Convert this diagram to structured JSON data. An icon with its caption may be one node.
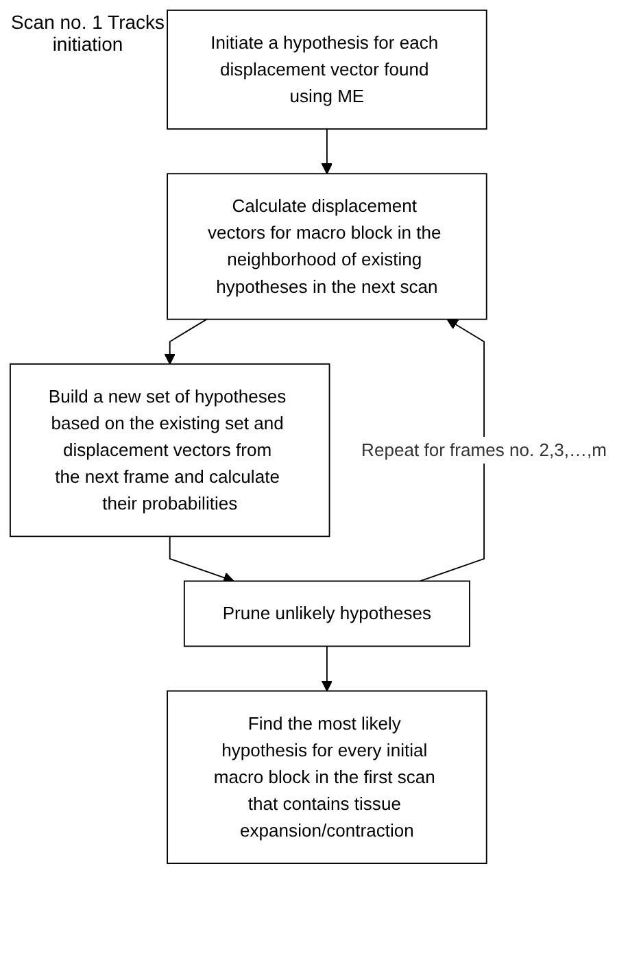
{
  "diagram": {
    "nodes": [
      {
        "text": [
          "Initiate a hypothesis for each displacement vector found using ME"
        ],
        "beside": [
          "Scan no. 1 Tracks initiation"
        ]
      },
      {
        "text": [
          "Calculate displacement vectors for macro block in the neighborhood of existing hypotheses in the next scan"
        ]
      },
      {
        "text": [
          "Build a new set of hypotheses based on the existing set and displacement vectors from the next frame and calculate their probabilities"
        ]
      },
      {
        "text": [
          "Prune unlikely hypotheses"
        ]
      },
      {
        "text": [
          "Find the most likely hypothesis for every initial macro block in the first scan that contains tissue expansion/contraction"
        ]
      }
    ],
    "edges": [
      {
        "from": 0,
        "to": 1,
        "arrow": "to"
      },
      {
        "from": 1,
        "to": 2,
        "arrow": "to"
      },
      {
        "from": 2,
        "to": 3,
        "arrow": "to"
      },
      {
        "from": 3,
        "to": 4,
        "arrow": "to"
      },
      {
        "from": 3,
        "to": 1,
        "arrow": "to",
        "label": "Repeat for frames no. 2,3,…,m"
      }
    ]
  }
}
